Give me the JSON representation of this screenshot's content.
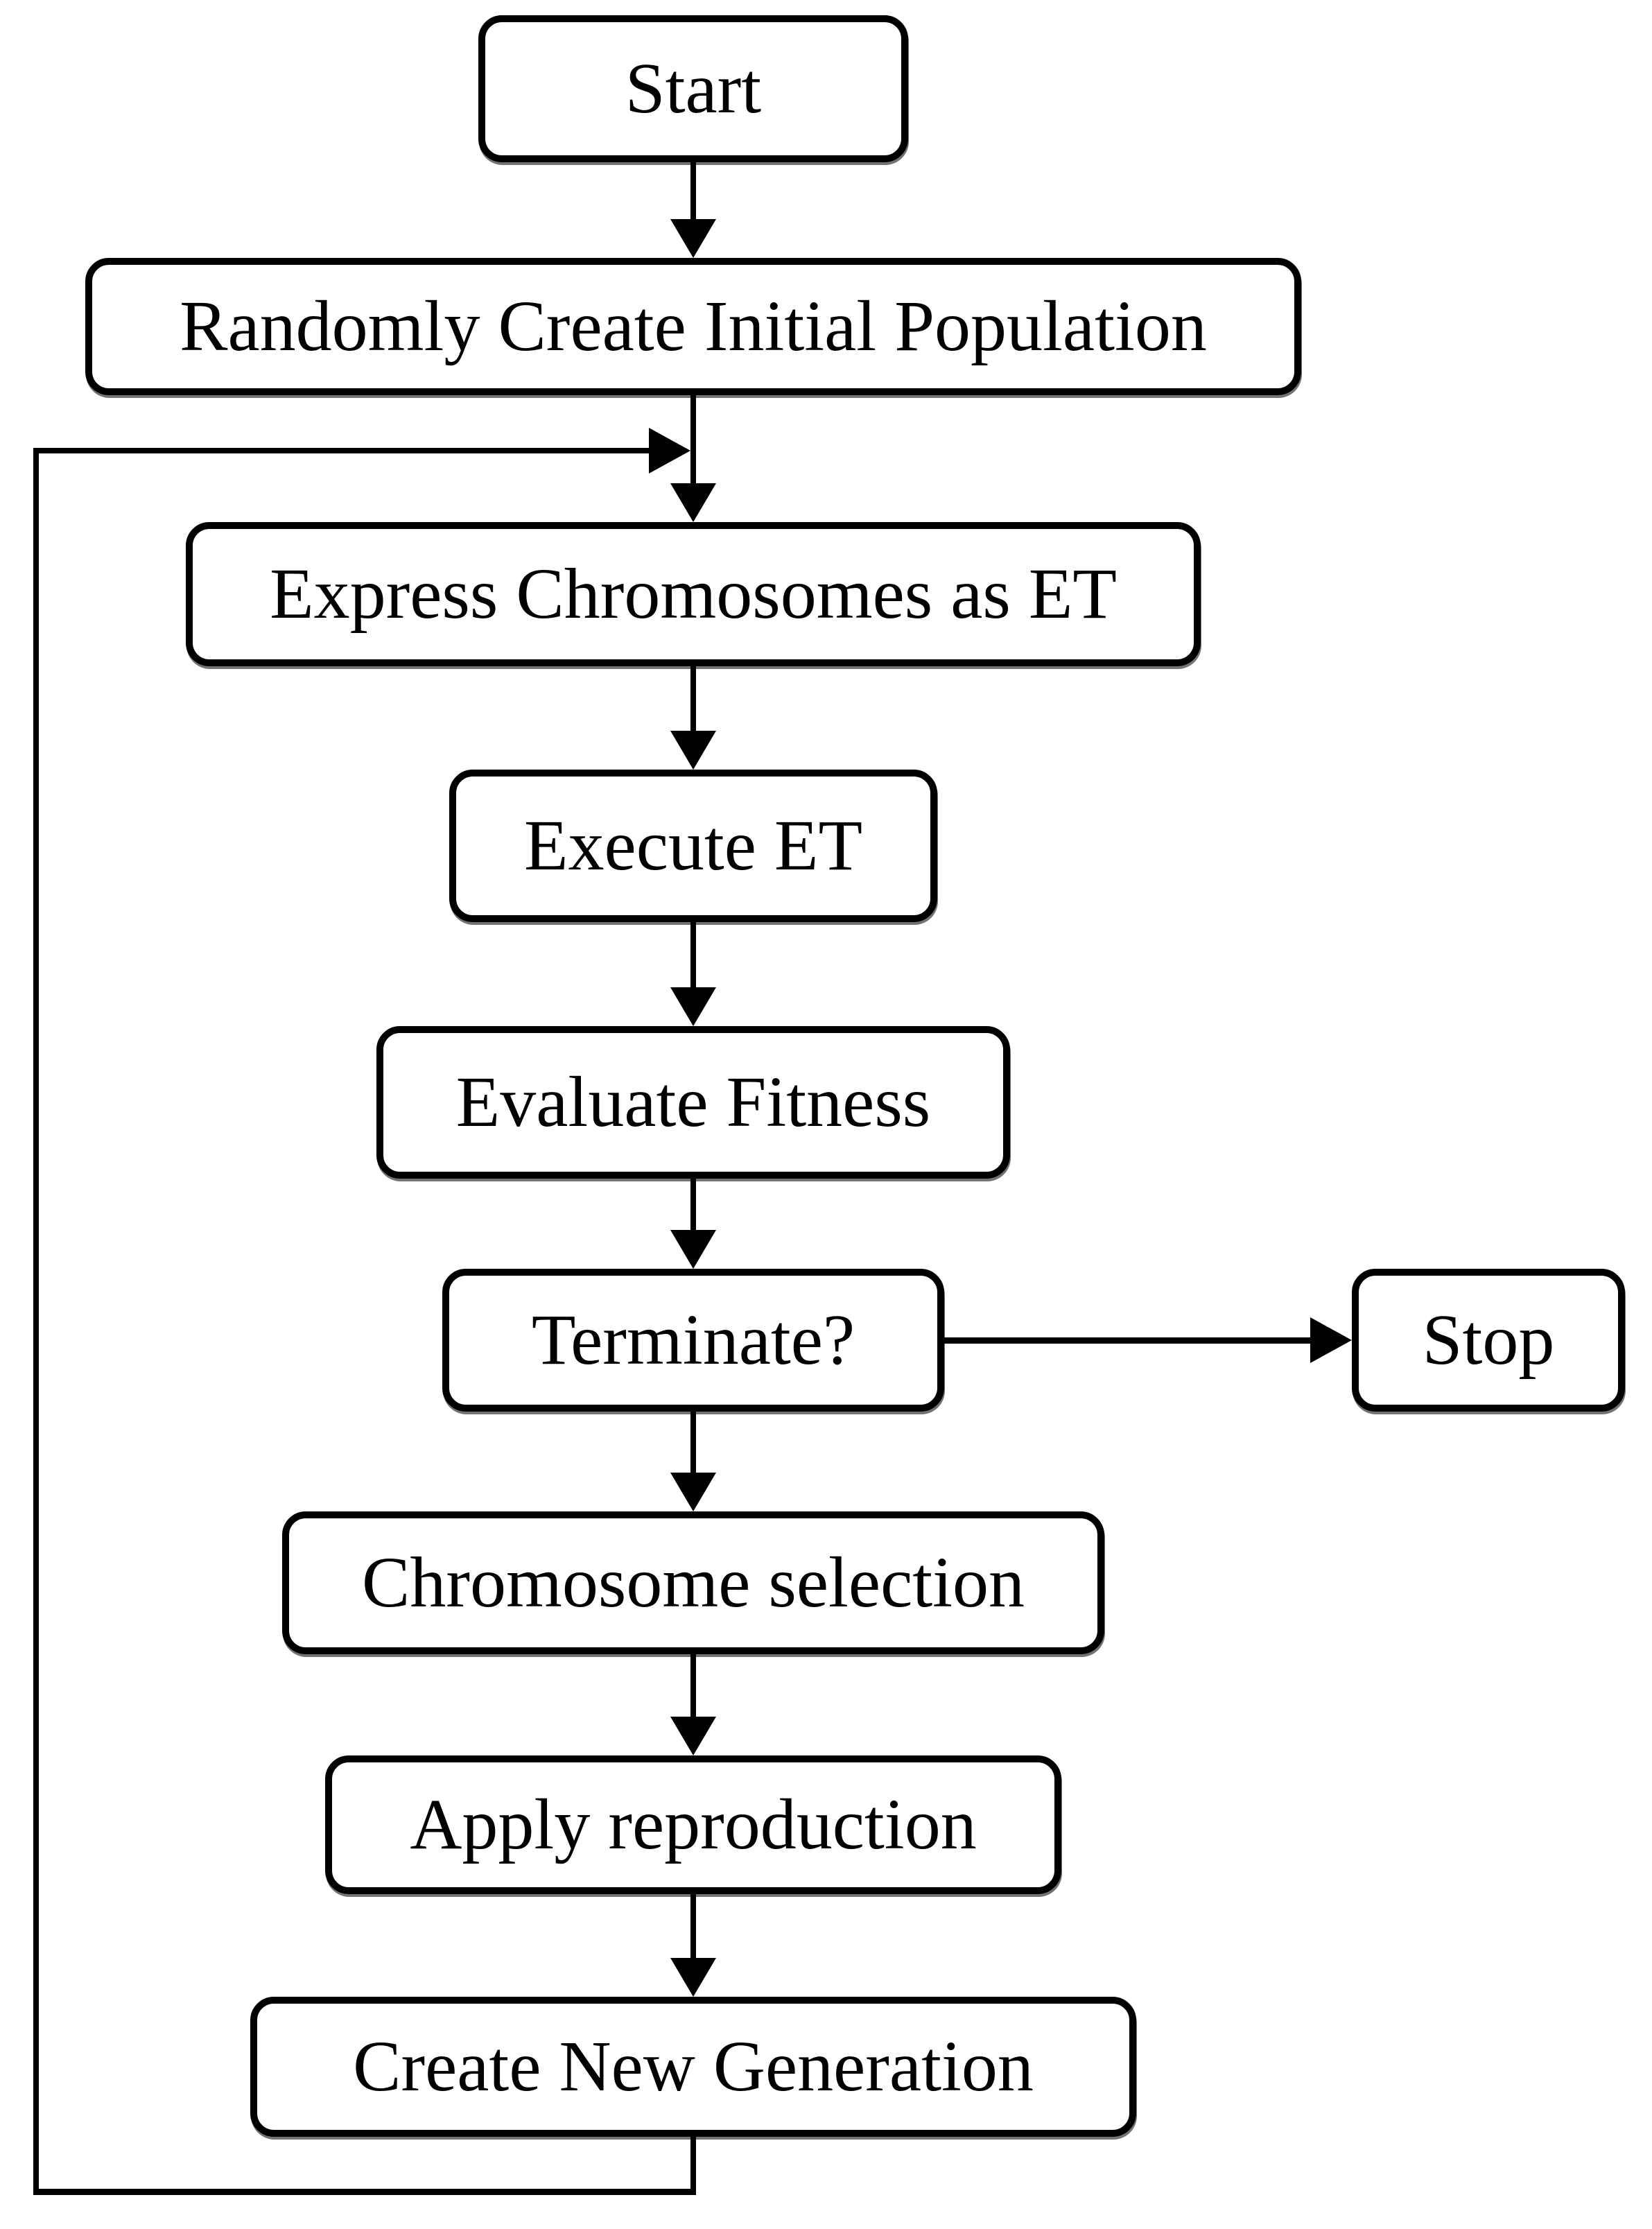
{
  "diagram": {
    "type": "flowchart",
    "background_color": "#ffffff",
    "stroke_color": "#000000",
    "node_fill_color": "#ffffff",
    "nodes": {
      "start": {
        "label": "Start",
        "shape": "rounded-rectangle"
      },
      "randomly_create_initial_population": {
        "label": "Randomly Create Initial Population",
        "shape": "rounded-rectangle"
      },
      "express_chromosomes_as_et": {
        "label": "Express Chromosomes as ET",
        "shape": "rounded-rectangle"
      },
      "execute_et": {
        "label": "Execute ET",
        "shape": "rounded-rectangle"
      },
      "evaluate_fitness": {
        "label": "Evaluate Fitness",
        "shape": "rounded-rectangle"
      },
      "terminate": {
        "label": "Terminate?",
        "shape": "rounded-rectangle"
      },
      "stop": {
        "label": "Stop",
        "shape": "rounded-rectangle"
      },
      "chromosome_selection": {
        "label": "Chromosome selection",
        "shape": "rounded-rectangle"
      },
      "apply_reproduction": {
        "label": "Apply reproduction",
        "shape": "rounded-rectangle"
      },
      "create_new_generation": {
        "label": "Create New Generation",
        "shape": "rounded-rectangle"
      }
    },
    "edges": [
      {
        "from": "start",
        "to": "randomly_create_initial_population",
        "direction": "down"
      },
      {
        "from": "randomly_create_initial_population",
        "to": "express_chromosomes_as_et",
        "direction": "down"
      },
      {
        "from": "express_chromosomes_as_et",
        "to": "execute_et",
        "direction": "down"
      },
      {
        "from": "execute_et",
        "to": "evaluate_fitness",
        "direction": "down"
      },
      {
        "from": "evaluate_fitness",
        "to": "terminate",
        "direction": "down"
      },
      {
        "from": "terminate",
        "to": "stop",
        "direction": "right"
      },
      {
        "from": "terminate",
        "to": "chromosome_selection",
        "direction": "down"
      },
      {
        "from": "chromosome_selection",
        "to": "apply_reproduction",
        "direction": "down"
      },
      {
        "from": "apply_reproduction",
        "to": "create_new_generation",
        "direction": "down"
      },
      {
        "from": "create_new_generation",
        "to": "express_chromosomes_as_et",
        "direction": "loop-left-up"
      }
    ]
  }
}
